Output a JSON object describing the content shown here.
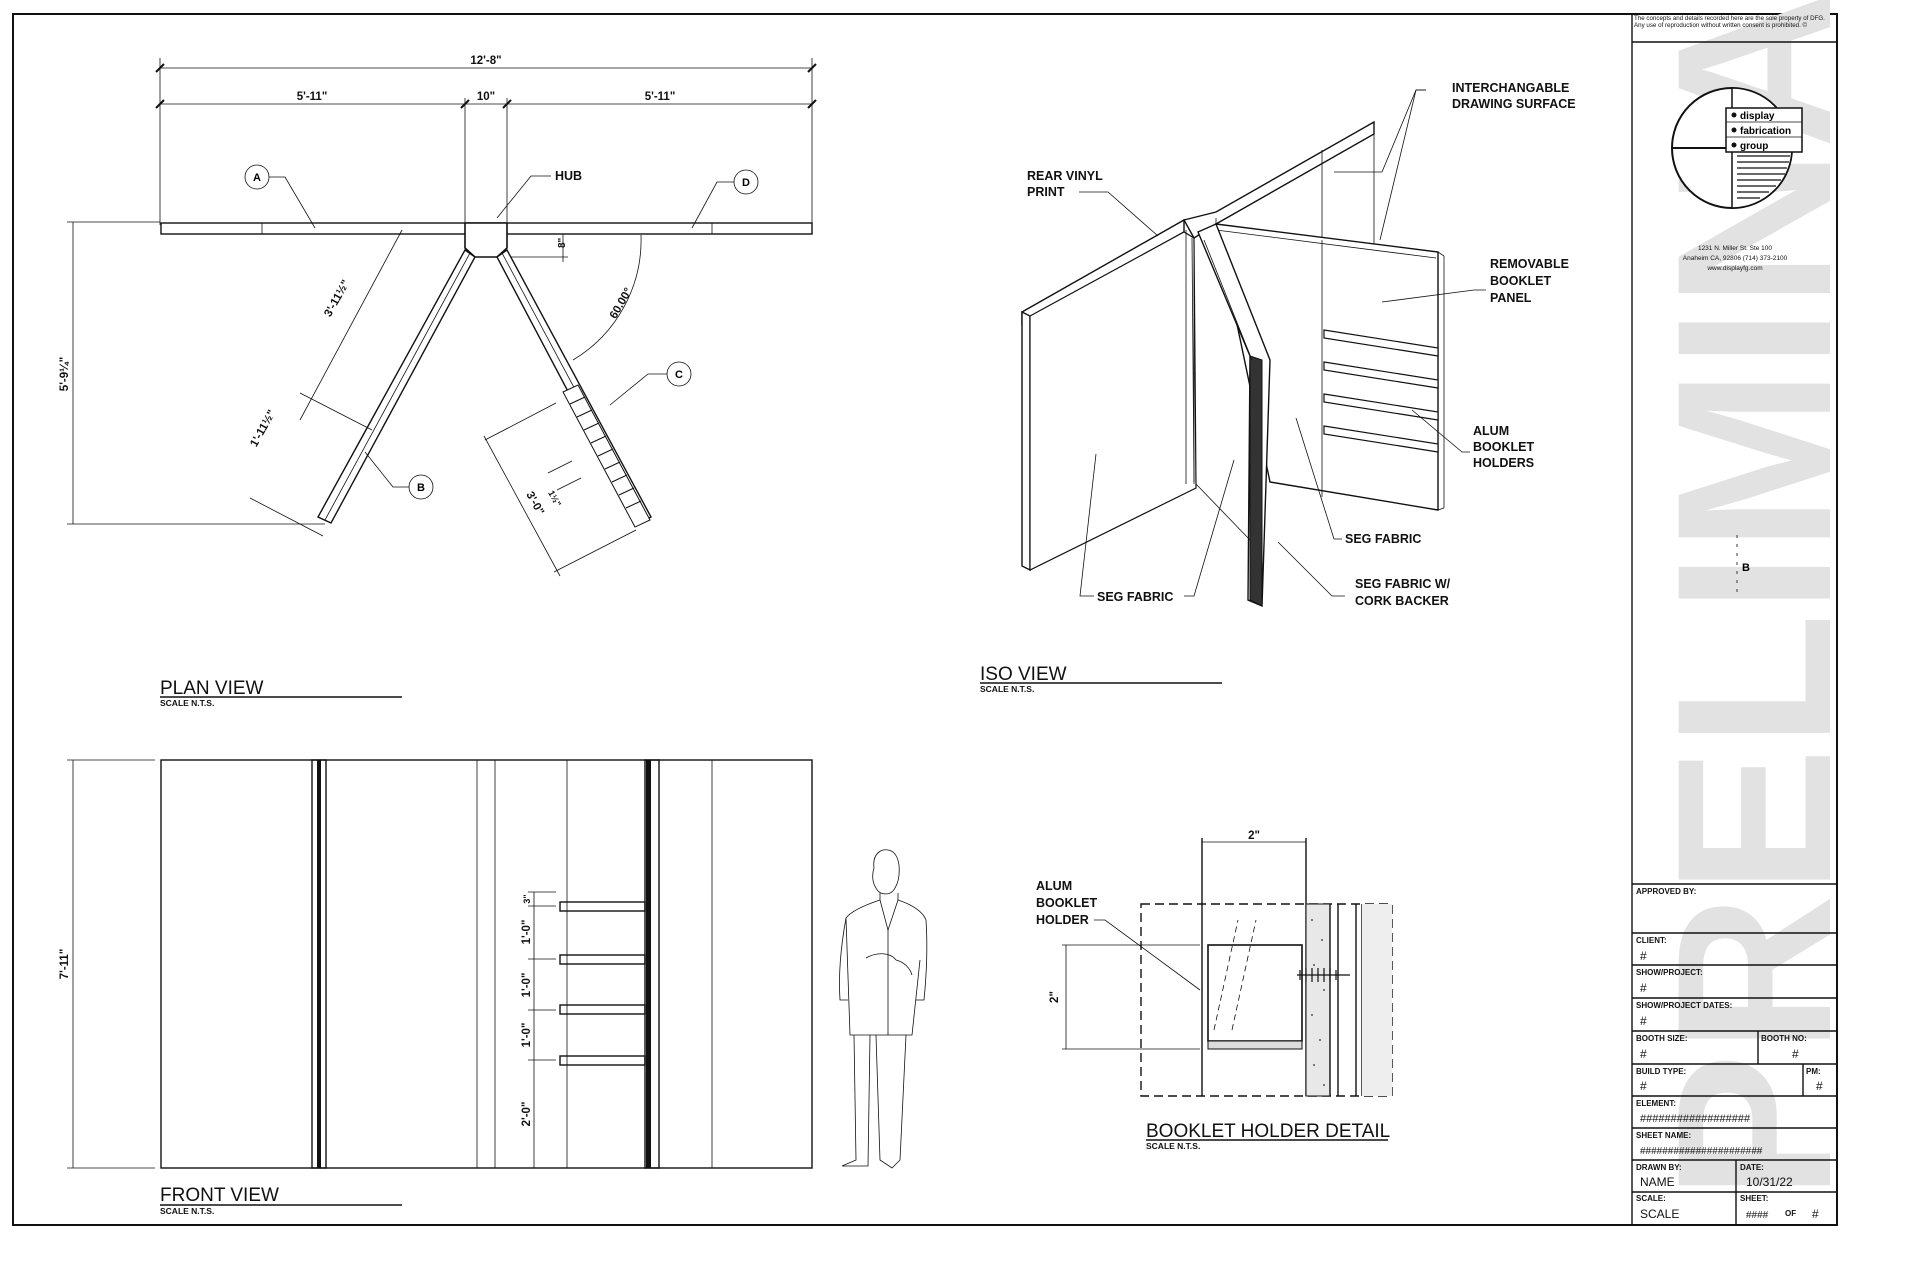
{
  "notice": "The concepts and details recorded here are the sole property of DFG. Any use of reproduction without written consent is prohibited. ©",
  "watermark": "PRELIMINARY",
  "logo": {
    "items": [
      "display",
      "fabrication",
      "group"
    ],
    "address_line1": "1231 N. Miller St. Ste 100",
    "address_line2": "Anaheim CA, 92806 (714) 373-2100",
    "website": "www.displayfg.com"
  },
  "plan_view": {
    "title": "PLAN VIEW",
    "scale": "SCALE N.T.S.",
    "dims": {
      "overall": "12'-8\"",
      "left": "5'-11\"",
      "hub_width": "10\"",
      "right": "5'-11\"",
      "hub_depth": "8\"",
      "depth": "5'-9¼\"",
      "arm_length": "3'-11½\"",
      "arm_end": "1'-11½\"",
      "angle": "60.00°",
      "panel_c": "3'-0\"",
      "panel_c_small": "1½\""
    },
    "callouts": {
      "a": "A",
      "b": "B",
      "c": "C",
      "d": "D",
      "hub": "HUB"
    }
  },
  "iso_view": {
    "title": "ISO VIEW",
    "scale": "SCALE N.T.S.",
    "labels": {
      "drawing_surface": [
        "INTERCHANGABLE",
        "DRAWING SURFACE"
      ],
      "rear_vinyl": [
        "REAR VINYL",
        "PRINT"
      ],
      "booklet_panel": [
        "REMOVABLE",
        "BOOKLET",
        "PANEL"
      ],
      "booklet_holders": [
        "ALUM",
        "BOOKLET",
        "HOLDERS"
      ],
      "seg_fabric_right": "SEG FABRIC",
      "seg_fabric_left": "SEG FABRIC",
      "seg_cork": [
        "SEG FABRIC W/",
        "CORK BACKER"
      ]
    }
  },
  "front_view": {
    "title": "FRONT VIEW",
    "scale": "SCALE N.T.S.",
    "dims": {
      "height": "7'-11\"",
      "top": "3\"",
      "s1": "1'-0\"",
      "s2": "1'-0\"",
      "s3": "1'-0\"",
      "bottom": "2'-0\""
    }
  },
  "booklet_detail": {
    "title": "BOOKLET HOLDER DETAIL",
    "scale": "SCALE N.T.S.",
    "label": [
      "ALUM",
      "BOOKLET",
      "HOLDER"
    ],
    "dims": {
      "width": "2\"",
      "height": "2\""
    }
  },
  "title_block": {
    "approved_by_label": "APPROVED BY:",
    "client_label": "CLIENT:",
    "client_value": "#",
    "show_project_label": "SHOW/PROJECT:",
    "show_project_value": "#",
    "dates_label": "SHOW/PROJECT DATES:",
    "dates_value": "#",
    "booth_size_label": "BOOTH SIZE:",
    "booth_size_value": "#",
    "booth_no_label": "BOOTH NO:",
    "booth_no_value": "#",
    "build_type_label": "BUILD TYPE:",
    "build_type_value": "#",
    "pm_label": "PM:",
    "pm_value": "#",
    "element_label": "ELEMENT:",
    "element_value": "##################",
    "sheet_name_label": "SHEET NAME:",
    "sheet_name_value": "######################",
    "drawn_by_label": "DRAWN BY:",
    "drawn_by_value": "NAME",
    "date_label": "DATE:",
    "date_value": "10/31/22",
    "scale_label": "SCALE:",
    "scale_value": "SCALE",
    "sheet_label": "SHEET:",
    "sheet_value": "####",
    "sheet_of": "OF",
    "sheet_total": "#",
    "rev_marker": "B"
  }
}
